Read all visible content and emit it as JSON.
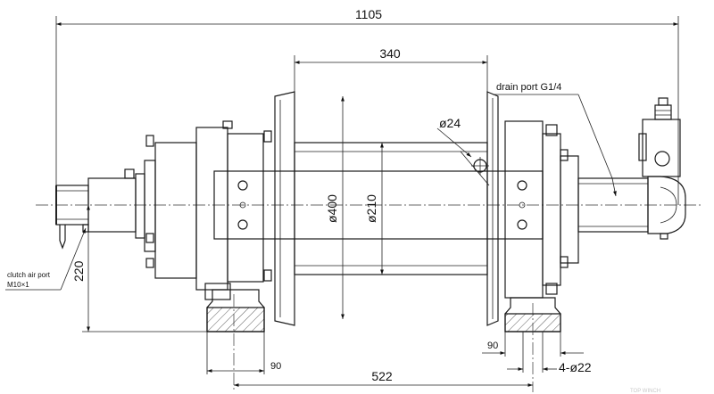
{
  "dimensions": {
    "overall_length": "1105",
    "drum_width": "340",
    "drum_diameter": "ø400",
    "barrel_diameter": "ø210",
    "hole_diameter": "ø24",
    "height_to_center": "220",
    "foot_width_left": "90",
    "foot_width_right": "90",
    "mount_spacing": "522",
    "mount_holes": "4-ø22"
  },
  "labels": {
    "drain_port": "drain port G1/4",
    "clutch_port_line1": "clutch air port",
    "clutch_port_line2": "M10×1"
  },
  "watermark": "TOP WINCH"
}
